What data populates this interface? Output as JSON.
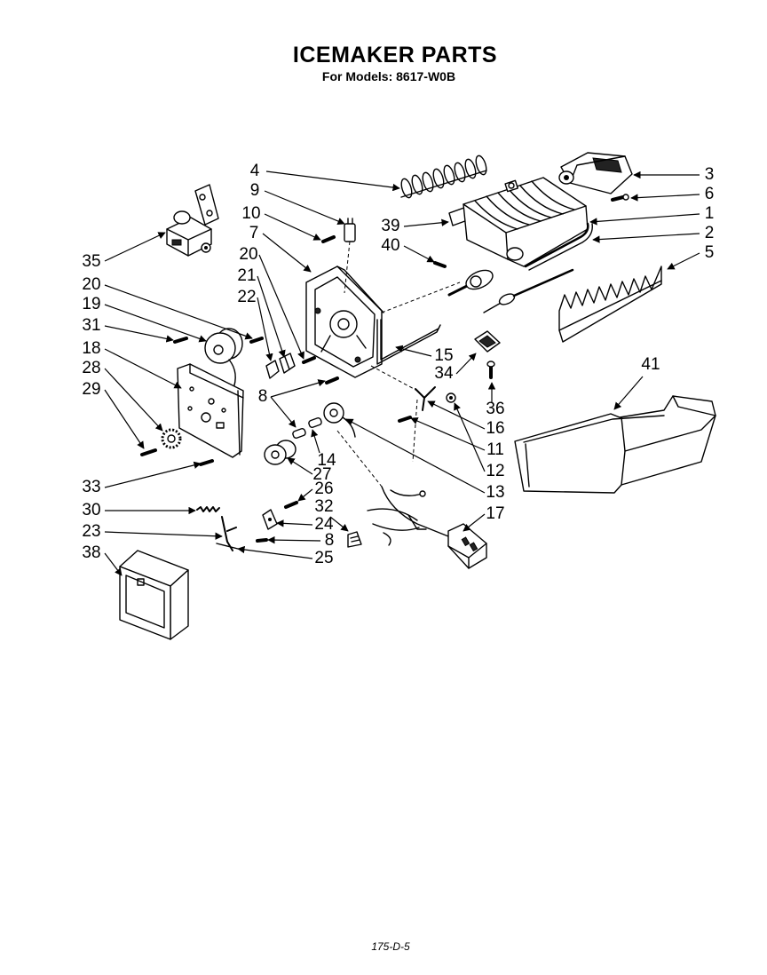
{
  "title": "ICEMAKER PARTS",
  "subtitle": "For Models: 8617-W0B",
  "footer": "175-D-5",
  "colors": {
    "ink": "#000000",
    "paper": "#ffffff"
  },
  "callouts": [
    "4",
    "3",
    "9",
    "6",
    "10",
    "1",
    "39",
    "7",
    "2",
    "40",
    "5",
    "35",
    "20",
    "21",
    "20",
    "22",
    "19",
    "31",
    "15",
    "41",
    "18",
    "34",
    "28",
    "36",
    "29",
    "16",
    "8",
    "11",
    "14",
    "12",
    "27",
    "33",
    "26",
    "13",
    "30",
    "32",
    "17",
    "24",
    "23",
    "8",
    "25",
    "38"
  ]
}
